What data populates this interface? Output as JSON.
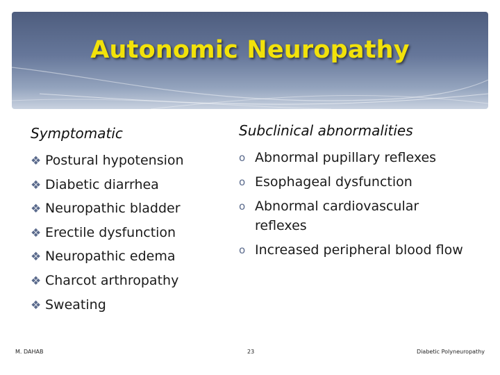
{
  "slide": {
    "title": "Autonomic Neuropathy",
    "left_column": {
      "heading": "Symptomatic",
      "bullet_glyph": "❖",
      "items": [
        "Postural hypotension",
        "Diabetic diarrhea",
        "Neuropathic bladder",
        "Erectile dysfunction",
        "Neuropathic edema",
        "Charcot arthropathy",
        "Sweating"
      ]
    },
    "right_column": {
      "heading": "Subclinical abnormalities",
      "bullet_glyph": "o",
      "items": [
        "Abnormal pupillary reflexes",
        "Esophageal dysfunction",
        "Abnormal cardiovascular reflexes",
        "Increased peripheral blood flow"
      ]
    },
    "footer": {
      "author": "M. DAHAB",
      "page_number": "23",
      "topic": "Diabetic Polyneuropathy"
    },
    "colors": {
      "title": "#f2e20a",
      "header_gradient_top": "#4e5d7e",
      "header_gradient_bottom": "#c9d2e0",
      "bullet": "#5a6a8c"
    }
  }
}
